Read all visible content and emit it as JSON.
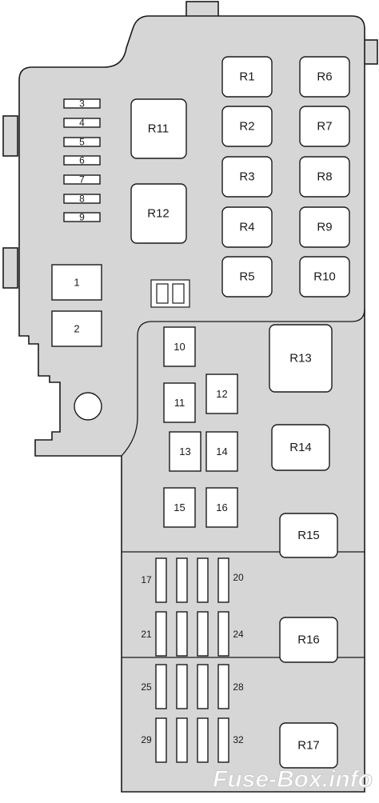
{
  "watermark": "Fuse-Box.info",
  "relays": {
    "R1": "R1",
    "R2": "R2",
    "R3": "R3",
    "R4": "R4",
    "R5": "R5",
    "R6": "R6",
    "R7": "R7",
    "R8": "R8",
    "R9": "R9",
    "R10": "R10",
    "R11": "R11",
    "R12": "R12",
    "R13": "R13",
    "R14": "R14",
    "R15": "R15",
    "R16": "R16",
    "R17": "R17"
  },
  "fuses": {
    "f1": "1",
    "f2": "2",
    "f3": "3",
    "f4": "4",
    "f5": "5",
    "f6": "6",
    "f7": "7",
    "f8": "8",
    "f9": "9",
    "f10": "10",
    "f11": "11",
    "f12": "12",
    "f13": "13",
    "f14": "14",
    "f15": "15",
    "f16": "16",
    "f17": "17",
    "f20": "20",
    "f21": "21",
    "f24": "24",
    "f25": "25",
    "f28": "28",
    "f29": "29",
    "f32": "32"
  }
}
